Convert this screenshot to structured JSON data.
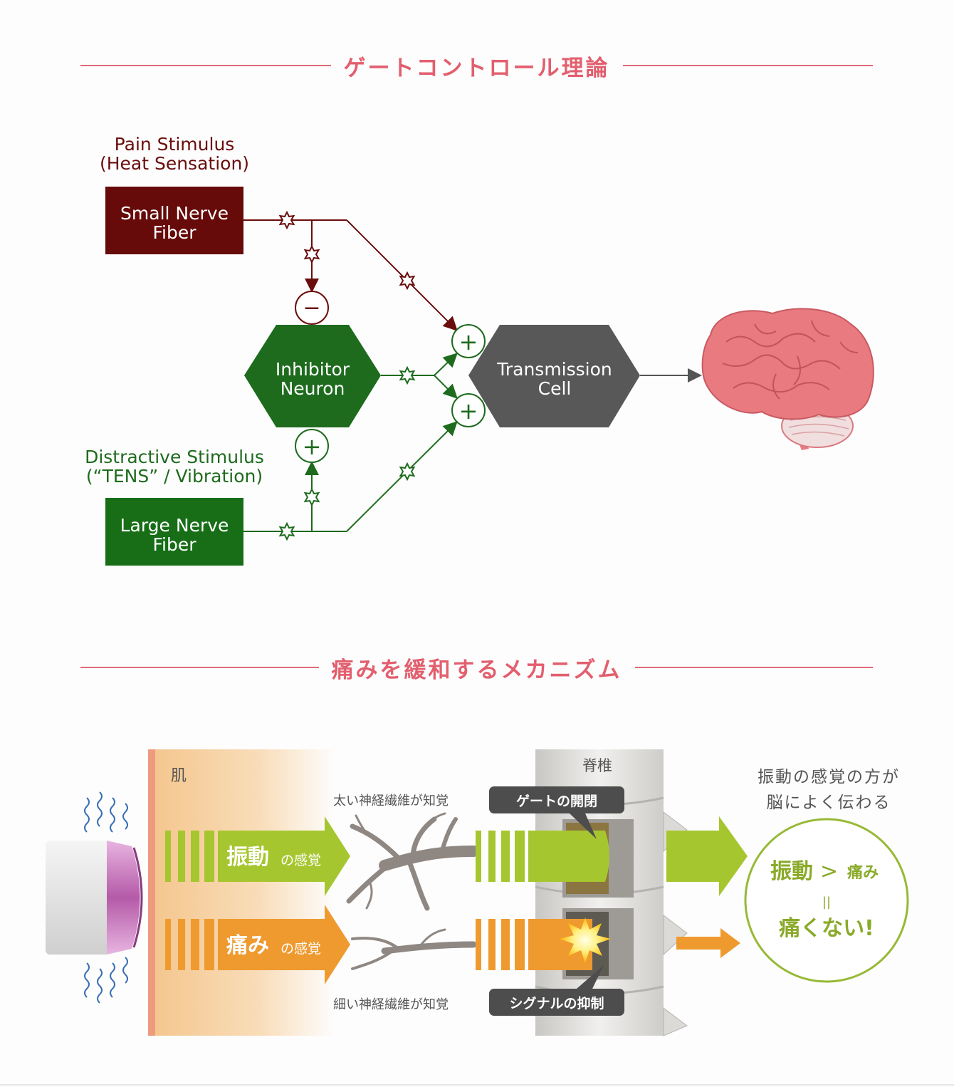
{
  "sections": [
    {
      "title": "ゲートコントロール理論"
    },
    {
      "title": "痛みを緩和するメカニズム"
    }
  ],
  "gate_diagram": {
    "pain_stimulus": [
      "Pain Stimulus",
      "(Heat Sensation)"
    ],
    "small_fiber": [
      "Small Nerve",
      "Fiber"
    ],
    "inhibitor": [
      "Inhibitor",
      "Neuron"
    ],
    "transmission": [
      "Transmission",
      "Cell"
    ],
    "distractive_stimulus": [
      "Distractive Stimulus",
      "(“TENS” / Vibration)"
    ],
    "large_fiber": [
      "Large Nerve",
      "Fiber"
    ],
    "minus_sign": "−",
    "plus_sign": "+",
    "colors": {
      "small": "#6a0d0d",
      "large": "#1e6b1e",
      "transmission": "#585858",
      "brain": "#e87a80"
    }
  },
  "mechanism": {
    "skin": "肌",
    "spine": "脊椎",
    "thick_fiber": "太い神経繊維が知覚",
    "thin_fiber": "細い神経繊維が知覚",
    "gate_label": "ゲートの開閉",
    "signal_label": "シグナルの抑制",
    "vibration_big": "振動",
    "vibration_small": "の感覚",
    "pain_big": "痛み",
    "pain_small": "の感覚",
    "result_line1": "振動の感覚の方が",
    "result_line2": "脳によく伝わる",
    "circle_vib": "振動",
    "circle_gt": ">",
    "circle_pain": "痛み",
    "circle_eq": "||",
    "circle_bottom": "痛くない!",
    "colors": {
      "green": "#a6c62f",
      "orange": "#ef9a2f",
      "circle": "#97b936"
    }
  }
}
